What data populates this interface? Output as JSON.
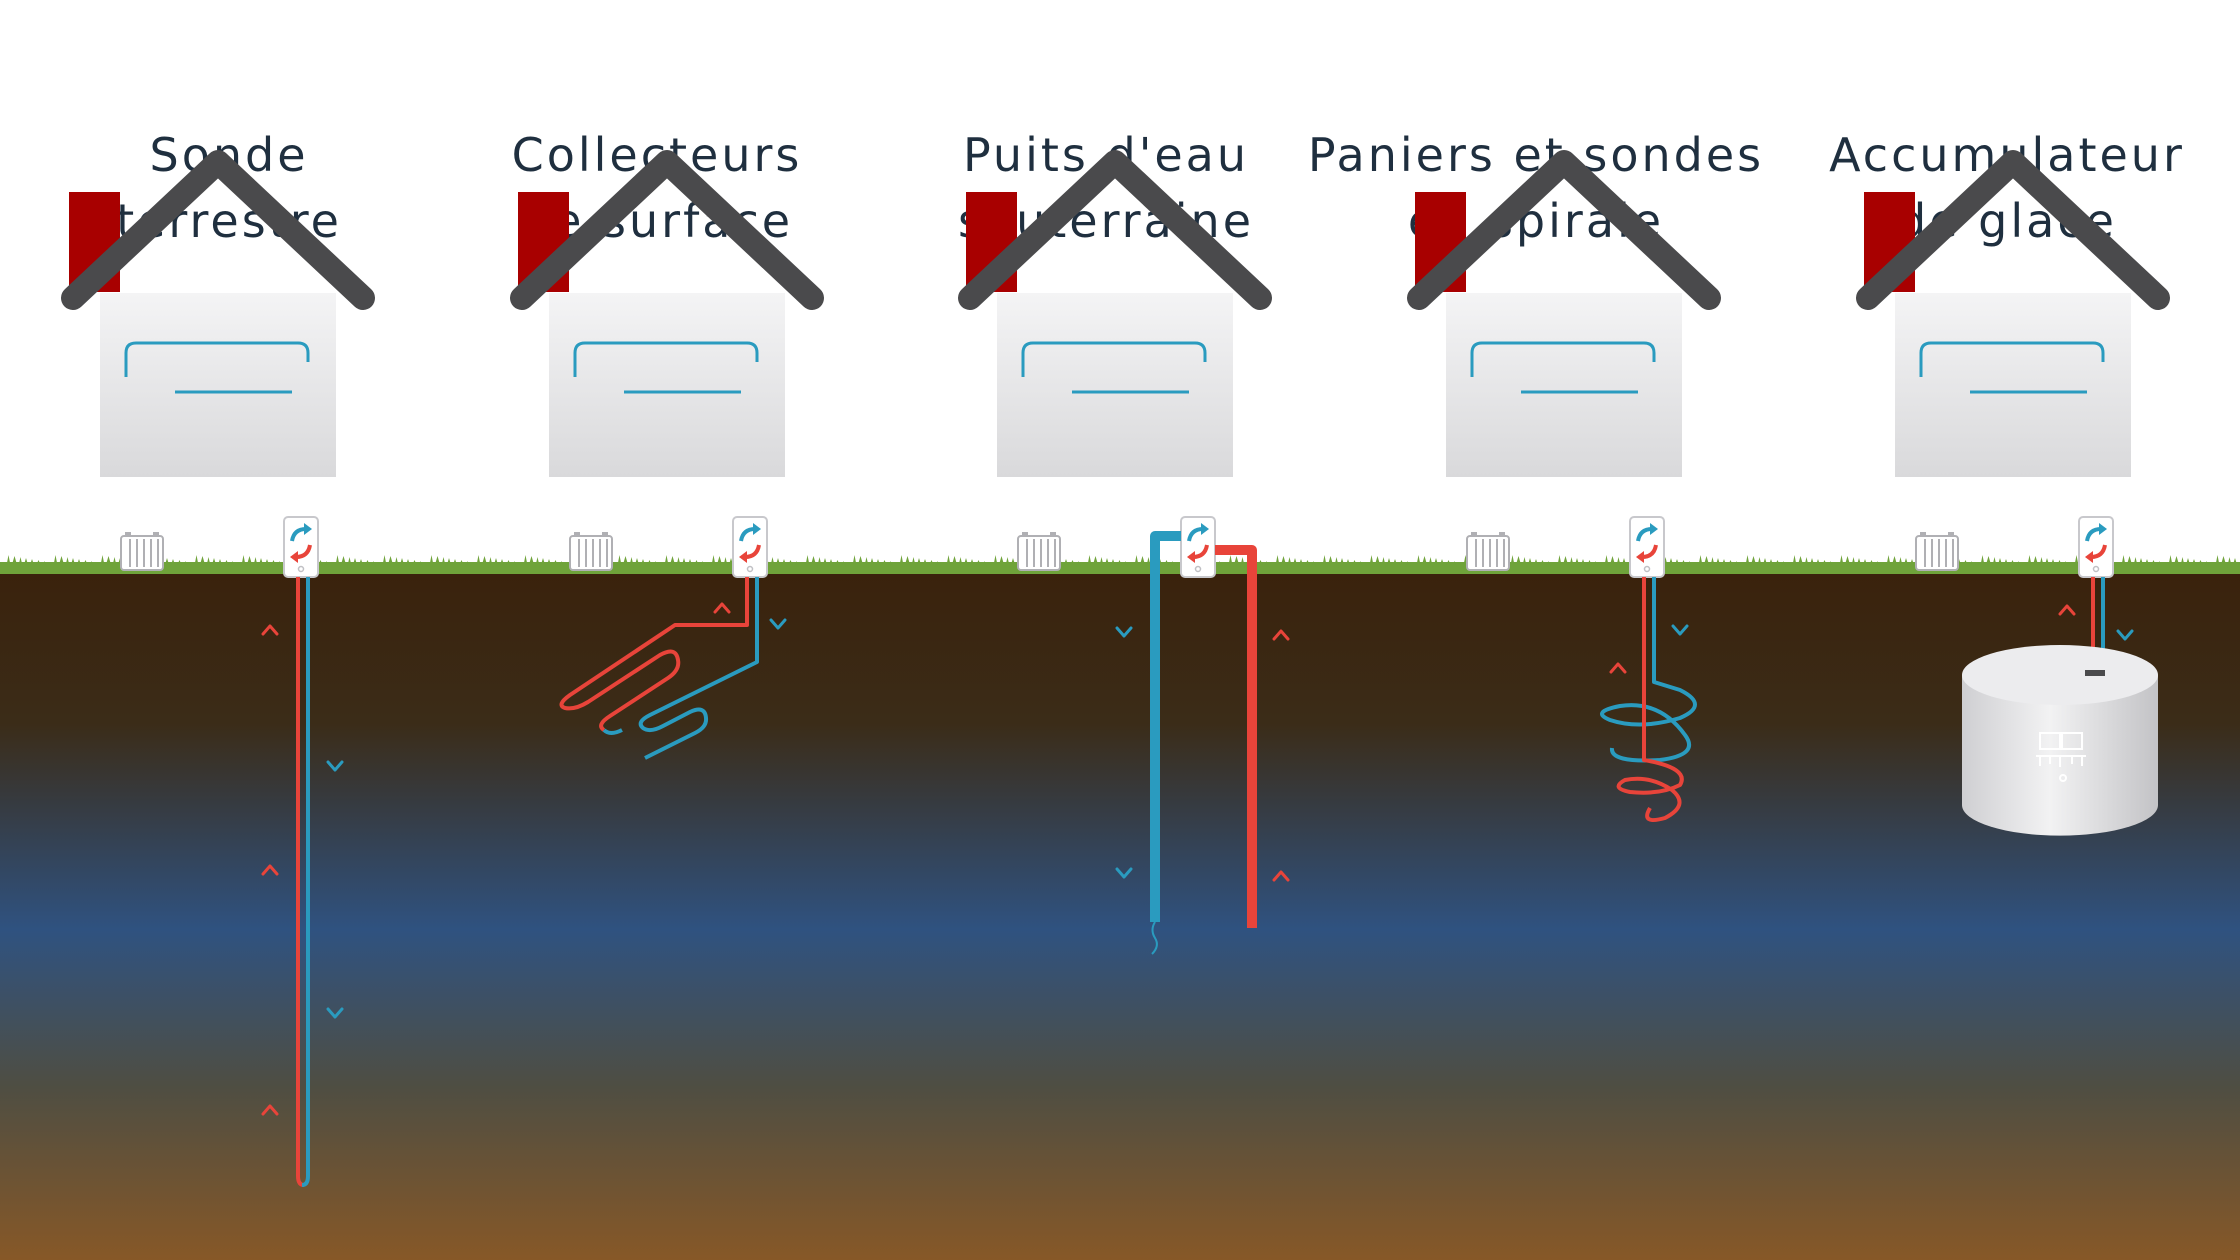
{
  "columns": [
    {
      "id": "sonde-terrestre",
      "title": [
        "Sonde",
        "terrestre"
      ]
    },
    {
      "id": "collecteurs-de-surface",
      "title": [
        "Collecteurs",
        "de surface"
      ]
    },
    {
      "id": "puits-eau-souterraine",
      "title": [
        "Puits d'eau",
        "souterraine"
      ]
    },
    {
      "id": "paniers-spirale",
      "title": [
        "Paniers et sondes",
        "en spirale"
      ]
    },
    {
      "id": "accumulateur-glace",
      "title": [
        "Accumulateur",
        "de glace"
      ]
    }
  ],
  "colors": {
    "hot": "#e8443a",
    "cold": "#2a9bbf",
    "roof": "#4a4a4c",
    "chimney": "#a80000",
    "house": "#e6e6e8",
    "grass": "#6fa33a",
    "soil_top": "#3a220c",
    "soil_middle": "#2f5280",
    "soil_bottom": "#875827"
  },
  "icons": [
    "radiator-icon",
    "heat-pump-icon",
    "ice-storage-tank-icon"
  ]
}
